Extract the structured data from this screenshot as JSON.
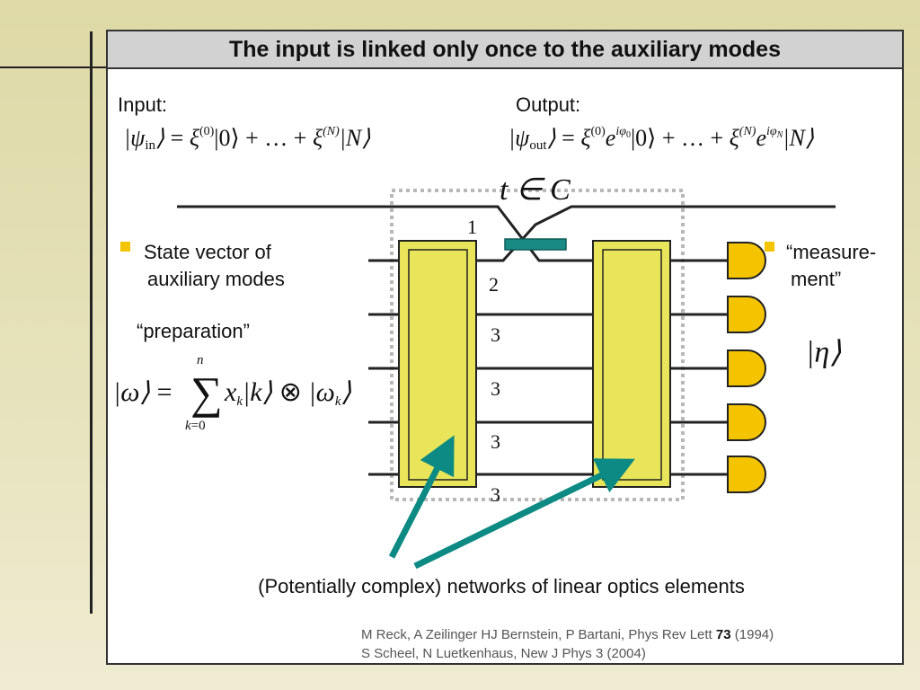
{
  "slide": {
    "title": "The input is linked only once to the auxiliary modes"
  },
  "input": {
    "label": "Input:",
    "formula_lhs": "|ψin⟩ =",
    "formula_rhs": "ξ(0)|0⟩ + … + ξ(N)|N⟩"
  },
  "output": {
    "label": "Output:",
    "formula_lhs": "|ψout⟩ =",
    "formula_rhs": "ξ(0)e^{iφ0}|0⟩ + … + ξ(N)e^{iφN}|N⟩"
  },
  "diagram": {
    "coupler_label": "t ∈ C",
    "mode_labels": [
      "1",
      "2",
      "3",
      "3",
      "3",
      "3"
    ],
    "detector_state": "|η⟩"
  },
  "left_bullets": {
    "bullet1_line1": "State vector of",
    "bullet1_line2": "auxiliary modes",
    "preparation": "“preparation”",
    "state_formula": "|ω⟩ = Σ_{k=0}^{n} x_k |k⟩ ⊗ |ω_k⟩"
  },
  "right_bullets": {
    "line1": "“measure-",
    "line2": "ment”"
  },
  "caption": "(Potentially complex) networks of linear optics elements",
  "references": {
    "ref1_text": "M Reck, A Zeilinger HJ Bernstein, P Bartani, Phys Rev Lett ",
    "ref1_volume": "73",
    "ref1_year": " (1994)",
    "ref2": "S Scheel, N Luetkenhaus, New J Phys 3 (2004)"
  },
  "colors": {
    "box_fill": "#e9e55a",
    "detector_fill": "#f5c400",
    "arrow": "#0c8a83",
    "bullet": "#f5c400",
    "dotted": "#b8b8b8"
  }
}
